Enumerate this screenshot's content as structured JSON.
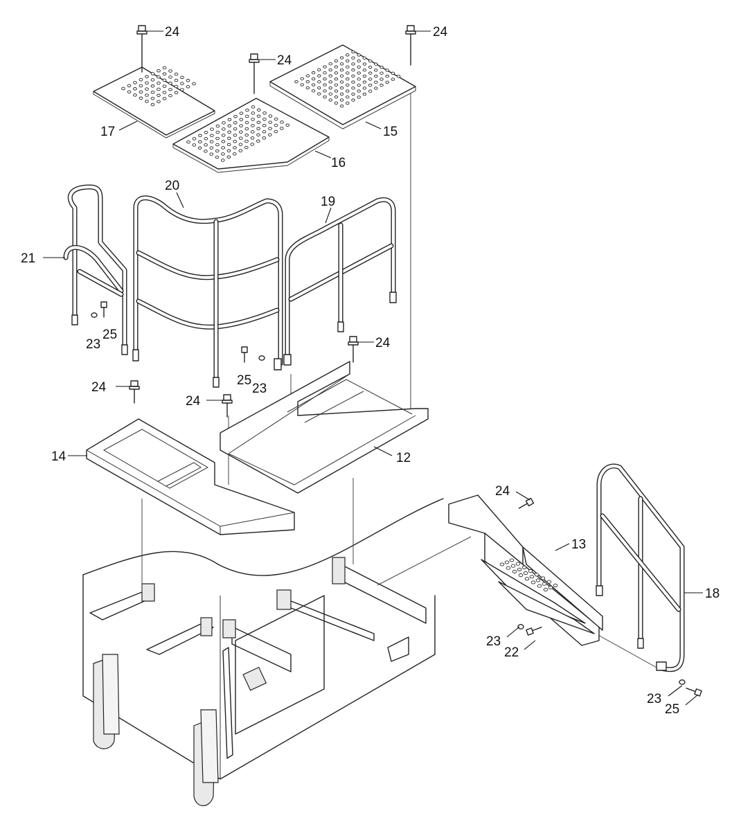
{
  "diagram": {
    "type": "exploded parts diagram",
    "part_labels": [
      {
        "id": "p24a",
        "text": "24"
      },
      {
        "id": "p24b",
        "text": "24"
      },
      {
        "id": "p24c",
        "text": "24"
      },
      {
        "id": "p17",
        "text": "17"
      },
      {
        "id": "p16",
        "text": "16"
      },
      {
        "id": "p15",
        "text": "15"
      },
      {
        "id": "p20",
        "text": "20"
      },
      {
        "id": "p19",
        "text": "19"
      },
      {
        "id": "p21",
        "text": "21"
      },
      {
        "id": "p23a",
        "text": "23"
      },
      {
        "id": "p25a",
        "text": "25"
      },
      {
        "id": "p24d",
        "text": "24"
      },
      {
        "id": "p25b",
        "text": "25"
      },
      {
        "id": "p23b",
        "text": "23"
      },
      {
        "id": "p24e",
        "text": "24"
      },
      {
        "id": "p24f",
        "text": "24"
      },
      {
        "id": "p14",
        "text": "14"
      },
      {
        "id": "p12",
        "text": "12"
      },
      {
        "id": "p24g",
        "text": "24"
      },
      {
        "id": "p13",
        "text": "13"
      },
      {
        "id": "p18",
        "text": "18"
      },
      {
        "id": "p23c",
        "text": "23"
      },
      {
        "id": "p22",
        "text": "22"
      },
      {
        "id": "p23d",
        "text": "23"
      },
      {
        "id": "p25c",
        "text": "25"
      }
    ]
  }
}
